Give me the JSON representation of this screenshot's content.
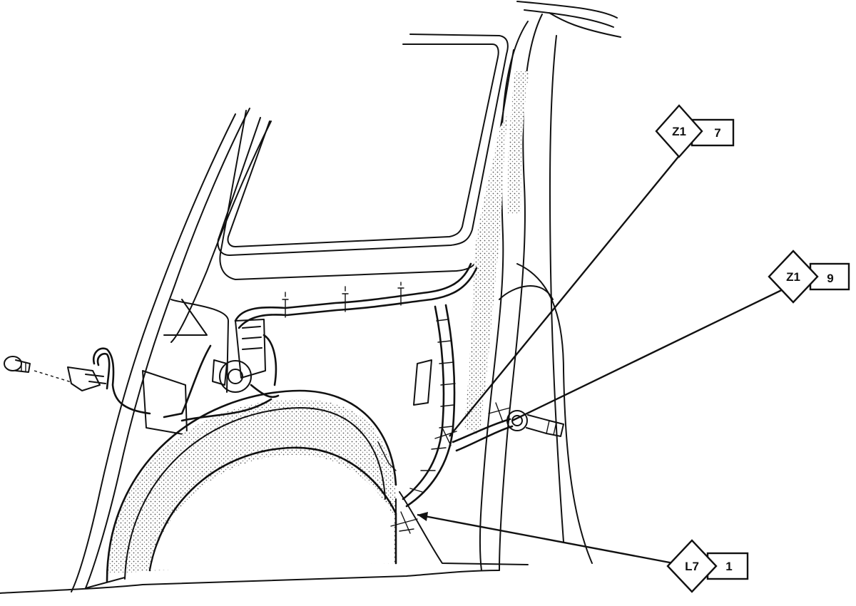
{
  "callouts": [
    {
      "id": "z1-7",
      "code": "Z1",
      "number": "7"
    },
    {
      "id": "z1-9",
      "code": "Z1",
      "number": "9"
    },
    {
      "id": "l7-1",
      "code": "L7",
      "number": "1"
    }
  ],
  "colors": {
    "line": "#111111",
    "background": "#ffffff",
    "shade": "#b5b5b5"
  }
}
